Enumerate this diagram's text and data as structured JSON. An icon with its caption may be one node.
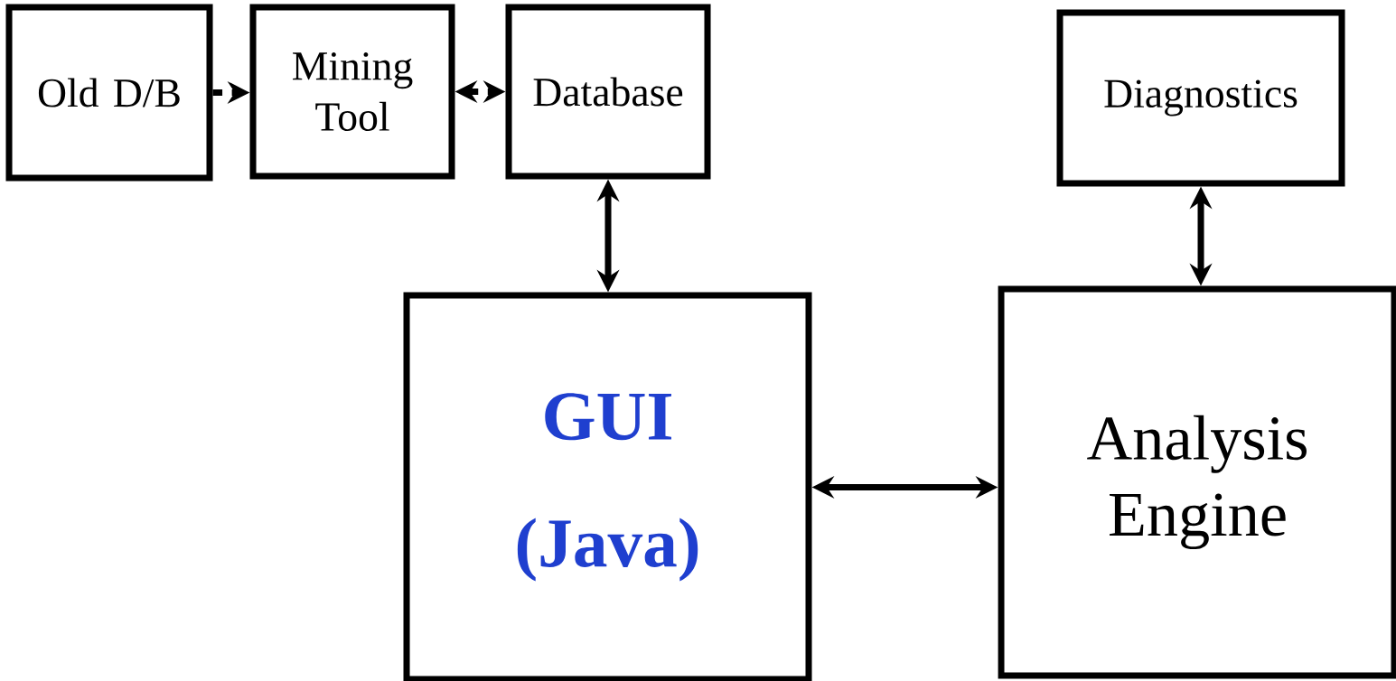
{
  "diagram": {
    "nodes": [
      {
        "text": [
          "Old D/B"
        ]
      },
      {
        "text": [
          "Mining Tool"
        ]
      },
      {
        "text": [
          "Database"
        ]
      },
      {
        "text": [
          "Diagnostics"
        ]
      },
      {
        "text": [
          "GUI (Java)"
        ]
      },
      {
        "text": [
          "Analysis Engine"
        ]
      }
    ],
    "edges": [
      {
        "from": 0,
        "to": 1,
        "arrow": "to",
        "style": "dashed"
      },
      {
        "from": 1,
        "to": 2,
        "arrow": "both",
        "style": "dashed"
      },
      {
        "from": 2,
        "to": 4,
        "arrow": "both"
      },
      {
        "from": 3,
        "to": 5,
        "arrow": "both"
      },
      {
        "from": 4,
        "to": 5,
        "arrow": "both"
      }
    ]
  }
}
